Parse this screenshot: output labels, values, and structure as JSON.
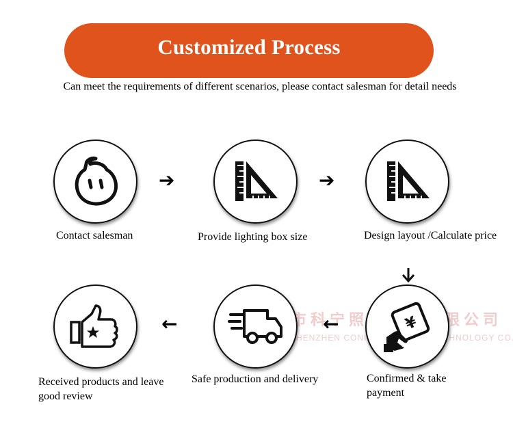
{
  "header": {
    "title": "Customized Process",
    "subtitle": "Can meet the requirements of different scenarios, please contact salesman for detail needs"
  },
  "colors": {
    "banner": "#e0531c",
    "ink": "#111111",
    "watermark": "#e7a3a3"
  },
  "steps": [
    {
      "label": "Contact salesman",
      "icon": "chat-bubble-face-icon"
    },
    {
      "label": "Provide lighting box size",
      "icon": "ruler-set-square-icon"
    },
    {
      "label": "Design layout /Calculate price",
      "icon": "ruler-set-square-icon"
    },
    {
      "label": "Confirmed & take payment",
      "icon": "yuan-card-payment-icon"
    },
    {
      "label": "Safe production and delivery",
      "icon": "delivery-truck-icon"
    },
    {
      "label": "Received products and leave good review",
      "icon": "thumbs-up-star-icon"
    }
  ],
  "arrows": {
    "right": "➔",
    "down": "↓",
    "left": "←"
  },
  "watermark": {
    "cn": "圳市科宁照明科技有限公司",
    "en": "SHENZHEN CONING LIGHTING TECHNOLOGY CO., LTD"
  }
}
